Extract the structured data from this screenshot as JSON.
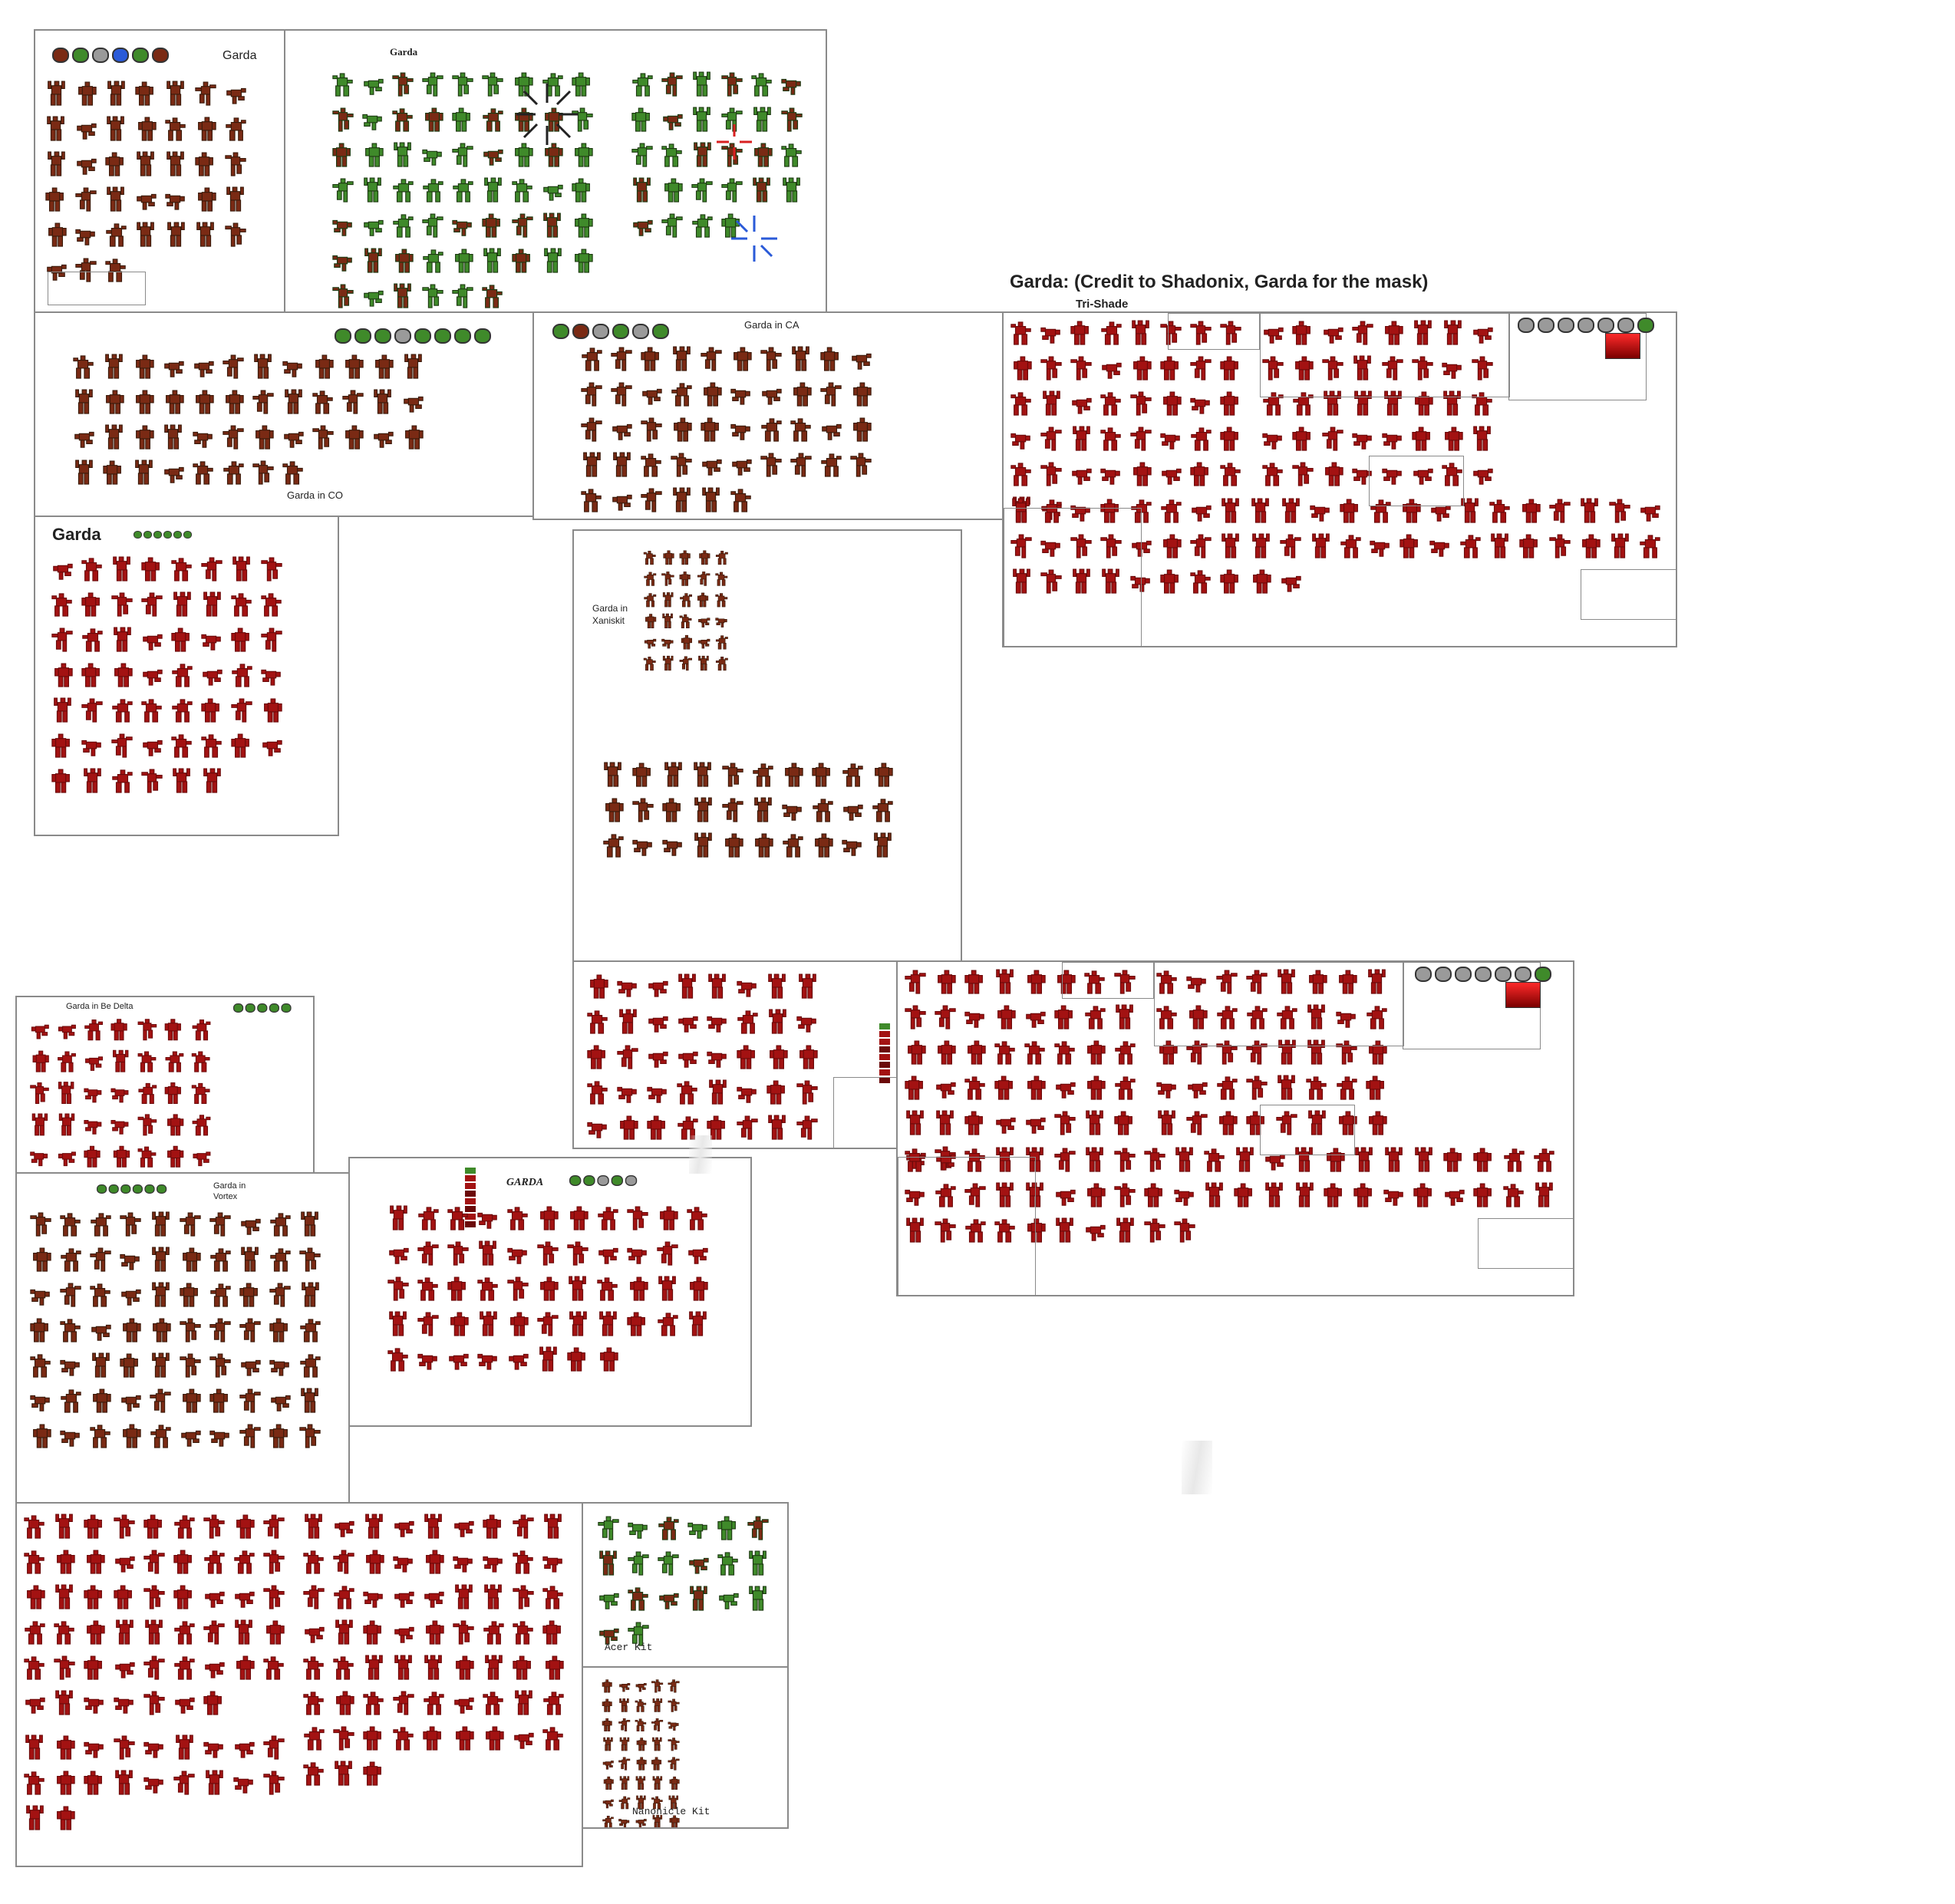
{
  "title": "Garda: (Credit to Shadonix, Garda for the mask)",
  "subtitle": "Tri-Shade",
  "colors": {
    "red": "#a31212",
    "dark_red": "#6b0a0a",
    "brown": "#7a2a14",
    "green": "#3f8a2a",
    "grey": "#9a9a9a",
    "blue": "#2a5ad8",
    "cyan": "#38c8d8",
    "border": "#8a8a8a",
    "background": "#ffffff"
  },
  "labels": {
    "sheet_a_title": "Garda",
    "sheet_b_title": "Garda",
    "sheet_co": "Garda in CO",
    "sheet_ca": "Garda in CA",
    "sheet_c_title": "Garda",
    "xaniskit_line1": "Garda in",
    "xaniskit_line2": "Xaniskit",
    "bedelta": "Garda in Be Delta",
    "vortex_line1": "Garda in",
    "vortex_line2": "Vortex",
    "garda_italic": "GARDA",
    "acer_kit": "Acer Kit",
    "nanonicle_kit": "Nanonicle Kit"
  }
}
